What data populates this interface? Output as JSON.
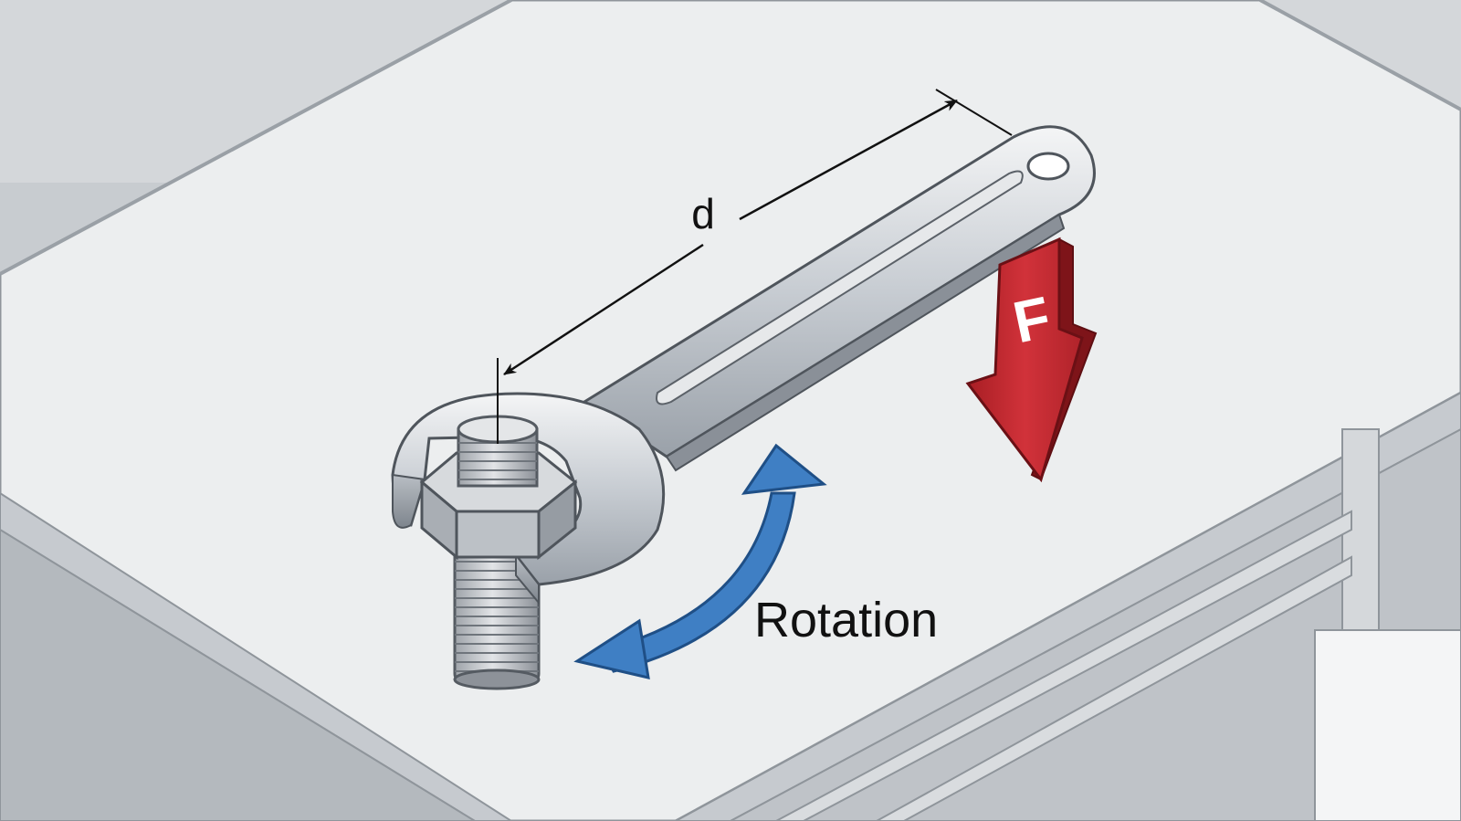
{
  "labels": {
    "distance": "d",
    "force": "F",
    "rotation": "Rotation"
  },
  "colors": {
    "force_arrow": "#c0272d",
    "rotation_arrow": "#3f7fc4",
    "wrench_steel": "#cfd3d8",
    "table_top": "#eceeef",
    "background": "#c9cdd1"
  }
}
